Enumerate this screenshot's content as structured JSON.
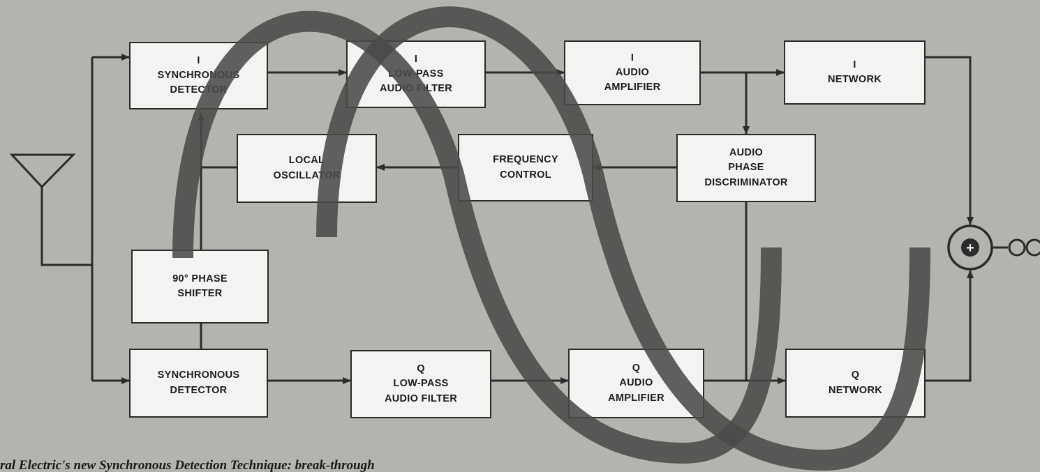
{
  "colors": {
    "background": "#b3b4b0",
    "block_fill": "#f3f3f1",
    "wave_overlay": "#4a4a48",
    "wire": "#2b2b2b"
  },
  "blocks": {
    "i_sync_detector": [
      "I",
      "SYNCHRONOUS",
      "DETECTOR"
    ],
    "i_lowpass_filter": [
      "I",
      "LOW-PASS",
      "AUDIO FILTER"
    ],
    "i_audio_amplifier": [
      "I",
      "AUDIO",
      "AMPLIFIER"
    ],
    "i_network": [
      "I",
      "NETWORK"
    ],
    "local_oscillator": [
      "LOCAL",
      "OSCILLATOR"
    ],
    "frequency_control": [
      "FREQUENCY",
      "CONTROL"
    ],
    "audio_phase_discriminator": [
      "AUDIO",
      "PHASE",
      "DISCRIMINATOR"
    ],
    "phase_shifter": [
      "90° PHASE",
      "SHIFTER"
    ],
    "q_sync_detector": [
      "SYNCHRONOUS",
      "DETECTOR"
    ],
    "q_lowpass_filter": [
      "Q",
      "LOW-PASS",
      "AUDIO FILTER"
    ],
    "q_audio_amplifier": [
      "Q",
      "AUDIO",
      "AMPLIFIER"
    ],
    "q_network": [
      "Q",
      "NETWORK"
    ]
  },
  "summing_junction_symbol": "+",
  "caption": "ral Electric's new Synchronous Detection Technique: break-through"
}
